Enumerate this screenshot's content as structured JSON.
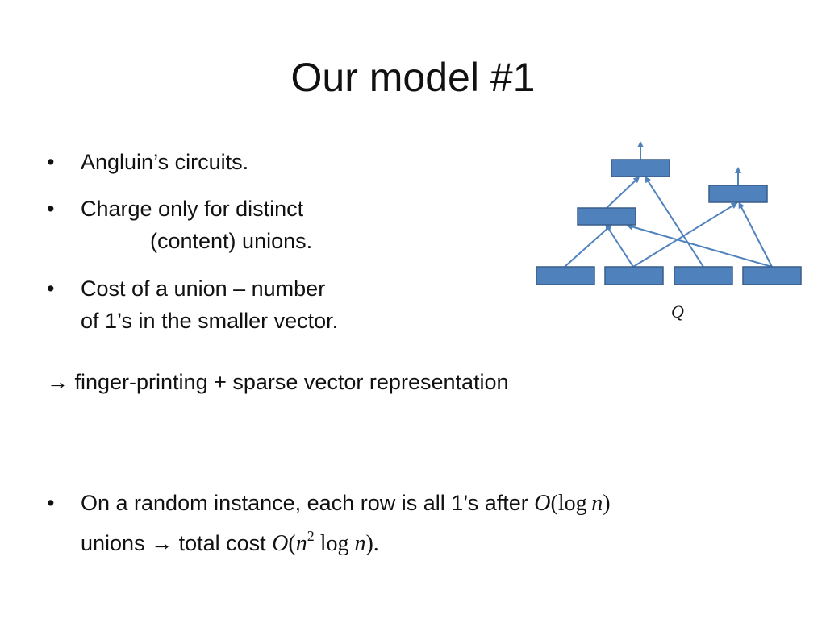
{
  "slide": {
    "title": "Our model #1",
    "bullet_glyph": "•",
    "bullets": [
      {
        "lines": [
          "Angluin’s circuits."
        ]
      },
      {
        "lines": [
          "Charge only for distinct",
          "(content) unions."
        ]
      },
      {
        "lines": [
          "Cost of a union – number",
          "of 1’s in the smaller vector."
        ]
      }
    ],
    "arrow_line": {
      "arrow": "→",
      "text": " finger-printing + sparse vector representation"
    },
    "bottom_bullet": {
      "line1_text": "On a random instance, each row is all 1’s after ",
      "line1_math": {
        "O": "O",
        "open": "(",
        "log": "log",
        "n": "n",
        "close": ")"
      },
      "line2_text": "unions → total cost ",
      "line2_math": {
        "O": "O",
        "open": "(",
        "n": "n",
        "exp": "2",
        "log": " log ",
        "n2": "n",
        "close": ")."
      }
    }
  },
  "diagram": {
    "label": "Q",
    "node_color": "#4f81bd",
    "node_border": "#385d8a",
    "edge_color": "#4f81bd"
  }
}
